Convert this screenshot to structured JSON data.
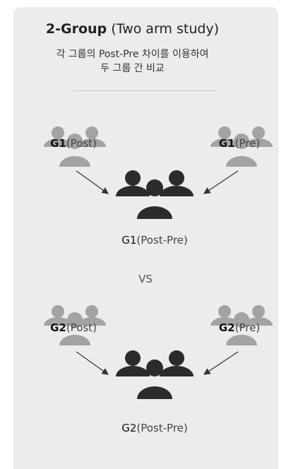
{
  "header": {
    "title_bold": "2-Group",
    "title_rest": "(Two arm study)",
    "subtitle_line1": "각 그룹의 Post-Pre 차이를 이용하여",
    "subtitle_line2": "두 그룹 간 비교"
  },
  "group1": {
    "left_code": "G1",
    "left_tag": "(Post)",
    "right_code": "G1",
    "right_tag": "(Pre)",
    "result_code": "G1",
    "result_tag": "(Post-Pre)"
  },
  "vs_text": "VS",
  "group2": {
    "left_code": "G2",
    "left_tag": "(Post)",
    "right_code": "G2",
    "right_tag": "(Pre)",
    "result_code": "G2",
    "result_tag": "(Post-Pre)"
  },
  "colors": {
    "small_people": "#a3a3a3",
    "big_people": "#2b2b2b",
    "arrow": "#333333",
    "card_bg": "#ececec"
  }
}
